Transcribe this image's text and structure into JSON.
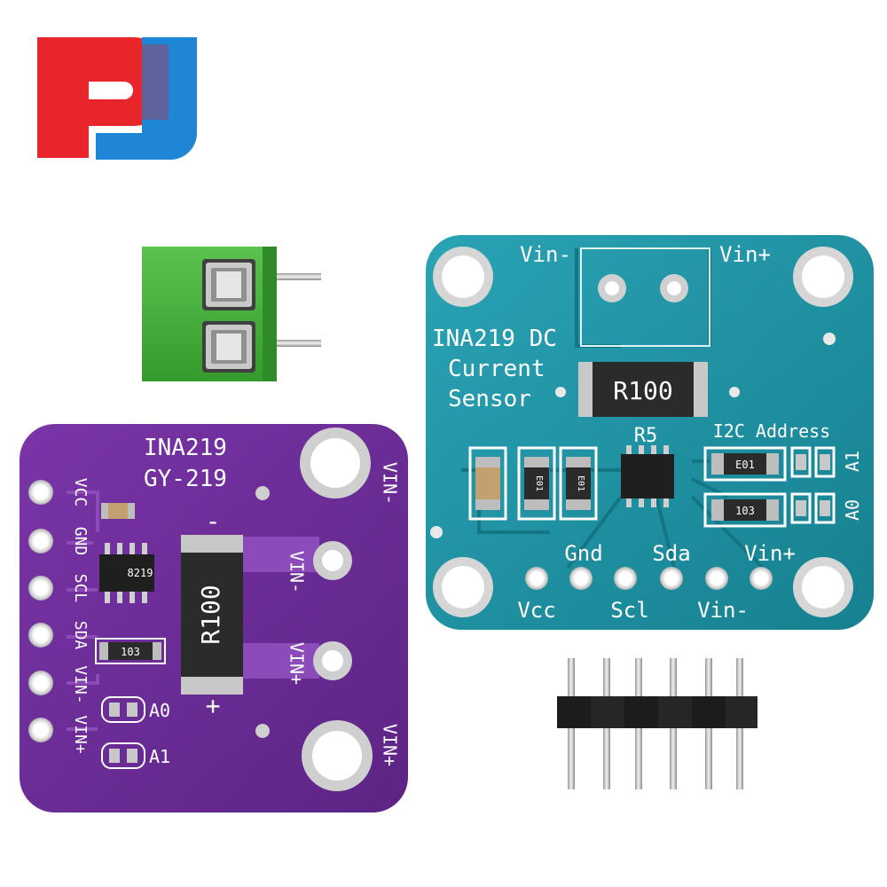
{
  "colors": {
    "background": "#ffffff",
    "logo_red": "#e8252a",
    "logo_blue": "#1f86d6",
    "green_terminal": "#46b03c",
    "purple_pcb": "#6b2d96",
    "teal_pcb": "#1d93a6",
    "header_plastic": "#1a1a1a"
  },
  "purple_board": {
    "title_line1": "INA219",
    "title_line2": "GY-219",
    "pins_left": [
      "VCC",
      "GND",
      "SCL",
      "SDA",
      "VIN-",
      "VIN+"
    ],
    "right_labels": [
      "VIN-",
      "VIN-",
      "VIN+",
      "VIN+"
    ],
    "minus_sign": "-",
    "plus_sign": "+",
    "shunt_label": "R100",
    "chip_label": "8219",
    "resistor_label": "103",
    "addr_labels": [
      "A0",
      "A1"
    ]
  },
  "teal_board": {
    "top_left_label": "Vin-",
    "top_right_label": "Vin+",
    "title_lines": [
      "INA219 DC",
      "Current",
      "Sensor"
    ],
    "shunt_label": "R100",
    "r5_label": "R5",
    "i2c_label": "I2C Address",
    "small_res_labels": [
      "E01",
      "E01",
      "E01",
      "103"
    ],
    "addr_labels": [
      "A1",
      "A0"
    ],
    "pins_top_row": [
      "Gnd",
      "Sda",
      "Vin+"
    ],
    "pins_bottom_row": [
      "Vcc",
      "Scl",
      "Vin-"
    ]
  }
}
